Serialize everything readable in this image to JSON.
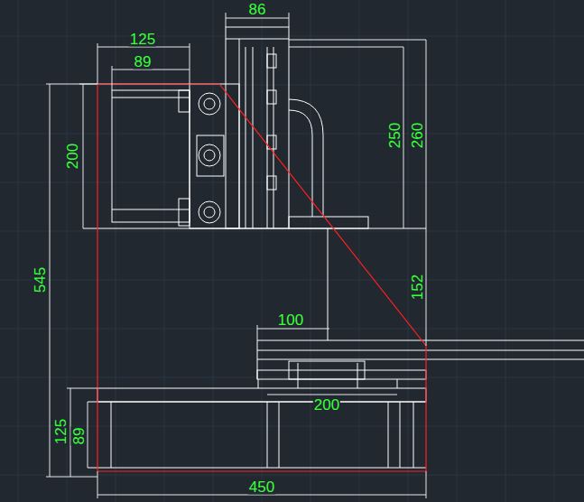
{
  "diagram": {
    "labels": [
      "86",
      "125",
      "89",
      "200",
      "250",
      "260",
      "545",
      "152",
      "100",
      "200",
      "125",
      "89",
      "450"
    ]
  }
}
